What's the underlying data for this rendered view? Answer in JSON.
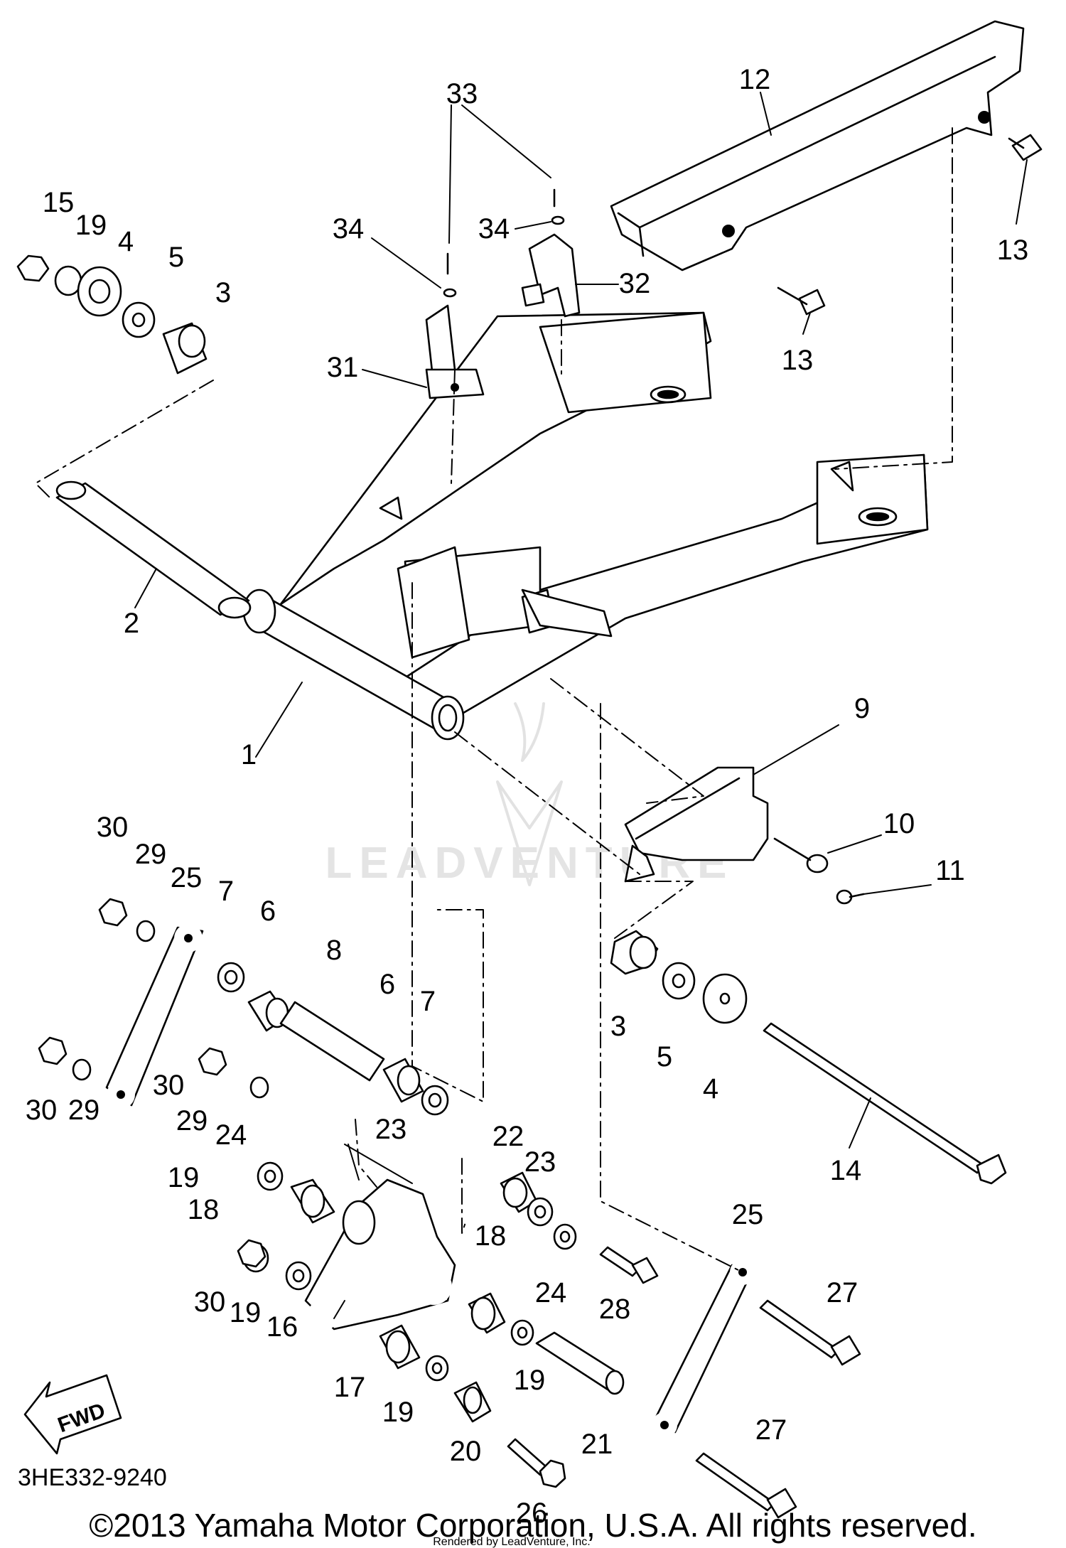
{
  "diagram_code": "3HE332-9240",
  "copyright": "©2013 Yamaha Motor Corporation, U.S.A. All rights reserved.",
  "watermark": "LEADVENTURE",
  "fine_print": "Rendered by LeadVenture, Inc.",
  "fwd_label": "FWD",
  "callouts": [
    {
      "id": "c1",
      "text": "1"
    },
    {
      "id": "c2",
      "text": "2"
    },
    {
      "id": "c3a",
      "text": "3"
    },
    {
      "id": "c3b",
      "text": "3"
    },
    {
      "id": "c4a",
      "text": "4"
    },
    {
      "id": "c4b",
      "text": "4"
    },
    {
      "id": "c5a",
      "text": "5"
    },
    {
      "id": "c5b",
      "text": "5"
    },
    {
      "id": "c6a",
      "text": "6"
    },
    {
      "id": "c6b",
      "text": "6"
    },
    {
      "id": "c7a",
      "text": "7"
    },
    {
      "id": "c7b",
      "text": "7"
    },
    {
      "id": "c8",
      "text": "8"
    },
    {
      "id": "c9",
      "text": "9"
    },
    {
      "id": "c10",
      "text": "10"
    },
    {
      "id": "c11",
      "text": "11"
    },
    {
      "id": "c12",
      "text": "12"
    },
    {
      "id": "c13a",
      "text": "13"
    },
    {
      "id": "c13b",
      "text": "13"
    },
    {
      "id": "c14",
      "text": "14"
    },
    {
      "id": "c15",
      "text": "15"
    },
    {
      "id": "c16",
      "text": "16"
    },
    {
      "id": "c17",
      "text": "17"
    },
    {
      "id": "c18a",
      "text": "18"
    },
    {
      "id": "c18b",
      "text": "18"
    },
    {
      "id": "c19a",
      "text": "19"
    },
    {
      "id": "c19b",
      "text": "19"
    },
    {
      "id": "c19c",
      "text": "19"
    },
    {
      "id": "c19d",
      "text": "19"
    },
    {
      "id": "c19e",
      "text": "19"
    },
    {
      "id": "c20",
      "text": "20"
    },
    {
      "id": "c21",
      "text": "21"
    },
    {
      "id": "c22",
      "text": "22"
    },
    {
      "id": "c23a",
      "text": "23"
    },
    {
      "id": "c23b",
      "text": "23"
    },
    {
      "id": "c24a",
      "text": "24"
    },
    {
      "id": "c24b",
      "text": "24"
    },
    {
      "id": "c25a",
      "text": "25"
    },
    {
      "id": "c25b",
      "text": "25"
    },
    {
      "id": "c26",
      "text": "26"
    },
    {
      "id": "c27a",
      "text": "27"
    },
    {
      "id": "c27b",
      "text": "27"
    },
    {
      "id": "c28",
      "text": "28"
    },
    {
      "id": "c29a",
      "text": "29"
    },
    {
      "id": "c29b",
      "text": "29"
    },
    {
      "id": "c29c",
      "text": "29"
    },
    {
      "id": "c30a",
      "text": "30"
    },
    {
      "id": "c30b",
      "text": "30"
    },
    {
      "id": "c30c",
      "text": "30"
    },
    {
      "id": "c30d",
      "text": "30"
    },
    {
      "id": "c31",
      "text": "31"
    },
    {
      "id": "c32",
      "text": "32"
    },
    {
      "id": "c33",
      "text": "33"
    },
    {
      "id": "c34a",
      "text": "34"
    },
    {
      "id": "c34b",
      "text": "34"
    }
  ]
}
